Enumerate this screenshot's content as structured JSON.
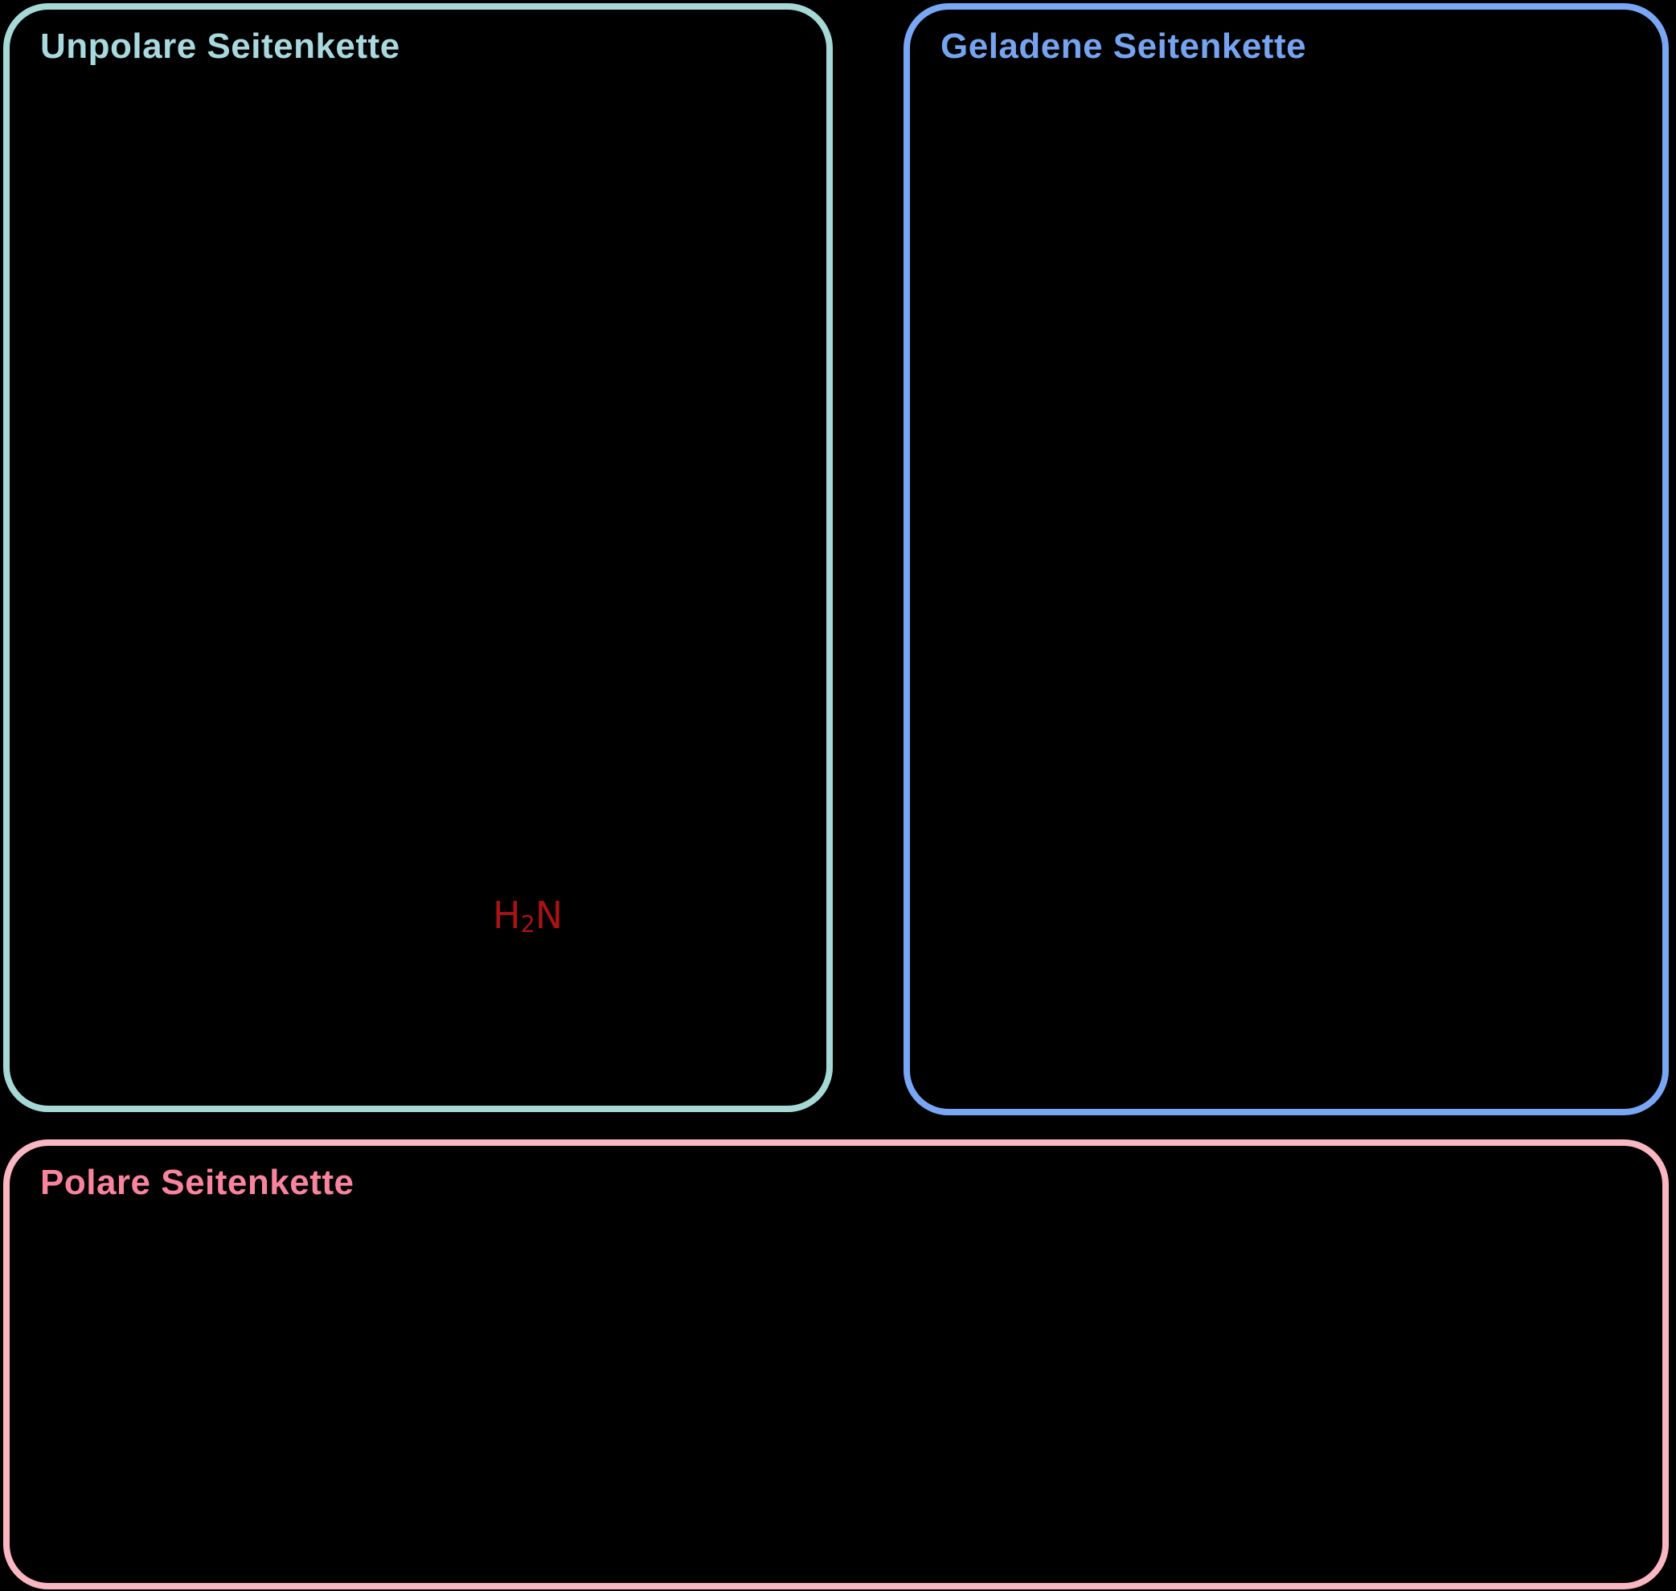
{
  "colors": {
    "background": "#000000",
    "unpolar_border": "#a6d8d6",
    "unpolar_title": "#a9d9de",
    "geladen_border": "#7aa7f5",
    "geladen_title": "#76a4f0",
    "polar_border": "#f9b7c2",
    "polar_title": "#f9849d",
    "amine_label": "#a61414"
  },
  "boxes": {
    "unpolar": {
      "title": "Unpolare Seitenkette"
    },
    "geladen": {
      "title": "Geladene Seitenkette"
    },
    "polar": {
      "title": "Polare Seitenkette"
    }
  },
  "molecule": {
    "amine": {
      "h": "H",
      "sub": "2",
      "n": "N"
    }
  }
}
